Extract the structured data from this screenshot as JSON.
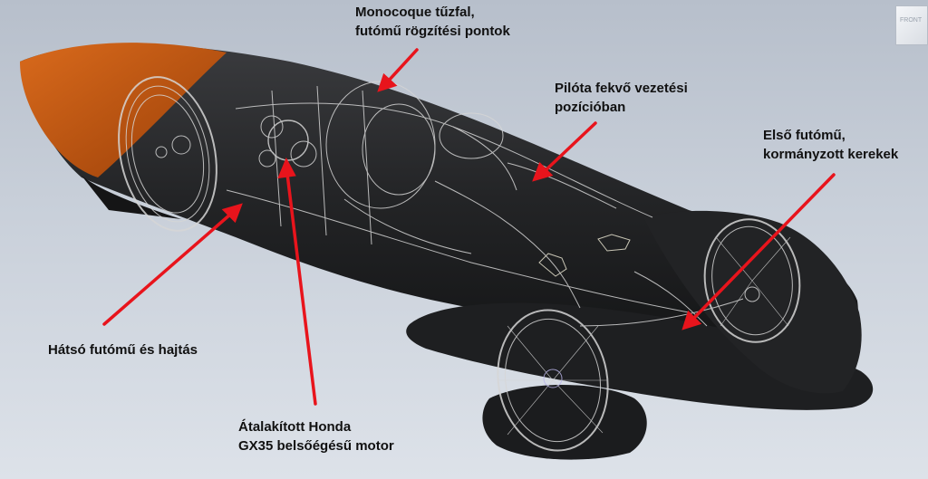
{
  "annotations": {
    "firewall": "Monocoque tűzfal,\nfutómű rögzítési pontok",
    "pilot": "Pilóta fekvő vezetési\npozícióban",
    "front": "Első futómű,\nkormányzott kerekek",
    "rear": "Hátsó futómű és hajtás",
    "engine": "Átalakított Honda\nGX35 belsőégésű motor"
  },
  "viewcube": {
    "text": "FRONT"
  },
  "colors": {
    "body": "#232426",
    "nose": "#c0560f",
    "arrow": "#e8141c",
    "wire": "#d9d9d9"
  }
}
